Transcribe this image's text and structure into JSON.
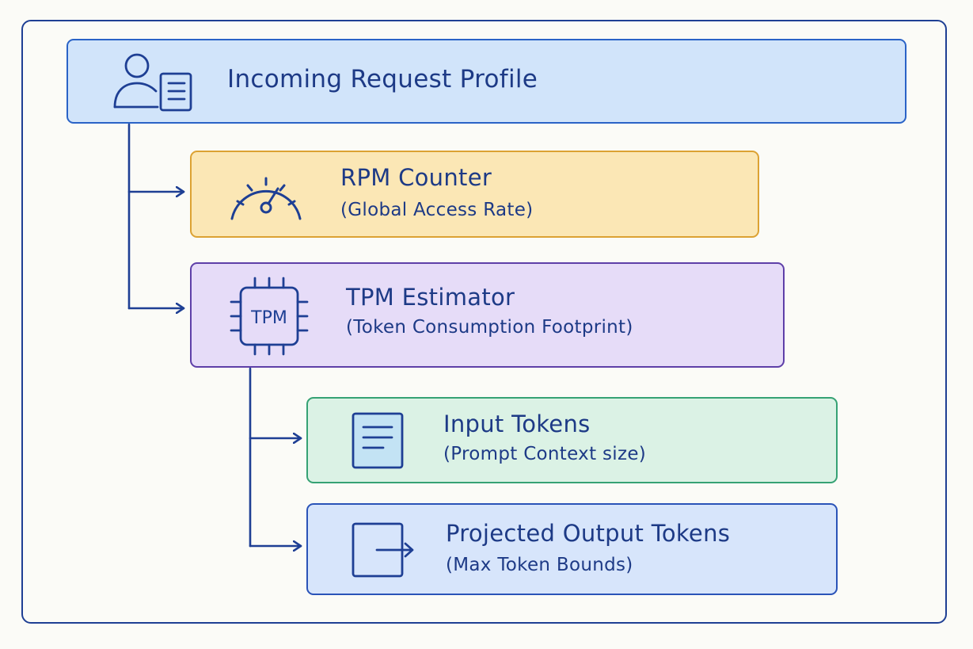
{
  "profile": {
    "title": "Incoming Request Profile",
    "icon": "user-document-icon"
  },
  "rpm": {
    "title": "RPM Counter",
    "subtitle": "(Global Access Rate)",
    "icon": "speedometer-icon"
  },
  "tpm": {
    "title": "TPM Estimator",
    "subtitle": "(Token Consumption Footprint)",
    "icon": "chip-icon",
    "icon_label": "TPM"
  },
  "input": {
    "title": "Input Tokens",
    "subtitle": "(Prompt Context size)",
    "icon": "document-lines-icon"
  },
  "output": {
    "title": "Projected Output Tokens",
    "subtitle": "(Max Token Bounds)",
    "icon": "export-icon"
  },
  "colors": {
    "frame": "#1e3f94",
    "profile_fill": "#d1e4fa",
    "rpm_fill": "#fbe7b5",
    "tpm_fill": "#e6dcf8",
    "input_fill": "#dbf2e5",
    "output_fill": "#d7e5fb",
    "text": "#1d3a86"
  }
}
